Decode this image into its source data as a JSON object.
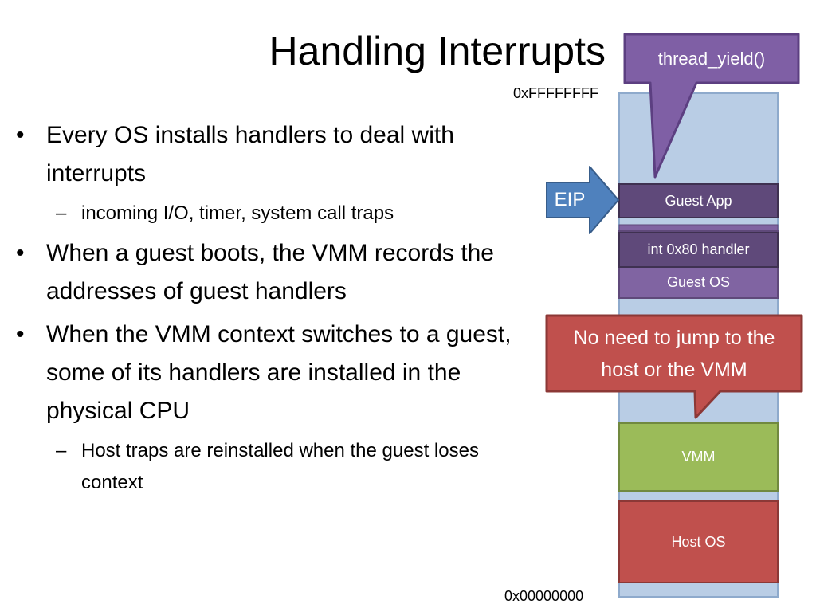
{
  "title": "Handling Interrupts",
  "bullets": [
    {
      "text": "Every OS installs handlers to deal with interrupts",
      "subs": [
        "incoming I/O, timer, system call traps"
      ]
    },
    {
      "text": "When a guest boots, the VMM records the addresses of guest handlers",
      "subs": []
    },
    {
      "text": "When the VMM context switches to a guest, some of its handlers are installed in the physical CPU",
      "subs": [
        "Host traps are reinstalled when the guest loses context"
      ]
    }
  ],
  "bullet_mark": "•",
  "sub_mark": "–",
  "memory": {
    "top_address": "0xFFFFFFFF",
    "bottom_address": "0x00000000",
    "regions": {
      "guest_app": "Guest App",
      "int_handler": "int 0x80 handler",
      "guest_os": "Guest OS",
      "vmm": "VMM",
      "host_os": "Host OS"
    }
  },
  "callouts": {
    "thread_yield": "thread_yield()",
    "eip": "EIP",
    "no_jump": "No need to jump to the host or the VMM"
  },
  "colors": {
    "memory_bg": "#b9cde5",
    "memory_border": "#8eaacc",
    "guest_app": "#5f497a",
    "guest_os": "#8064a2",
    "vmm": "#9bbb59",
    "host_os": "#c0504d",
    "eip_arrow": "#4f81bd",
    "callout_purple": "#7f5fa5",
    "callout_red": "#c0504d"
  }
}
